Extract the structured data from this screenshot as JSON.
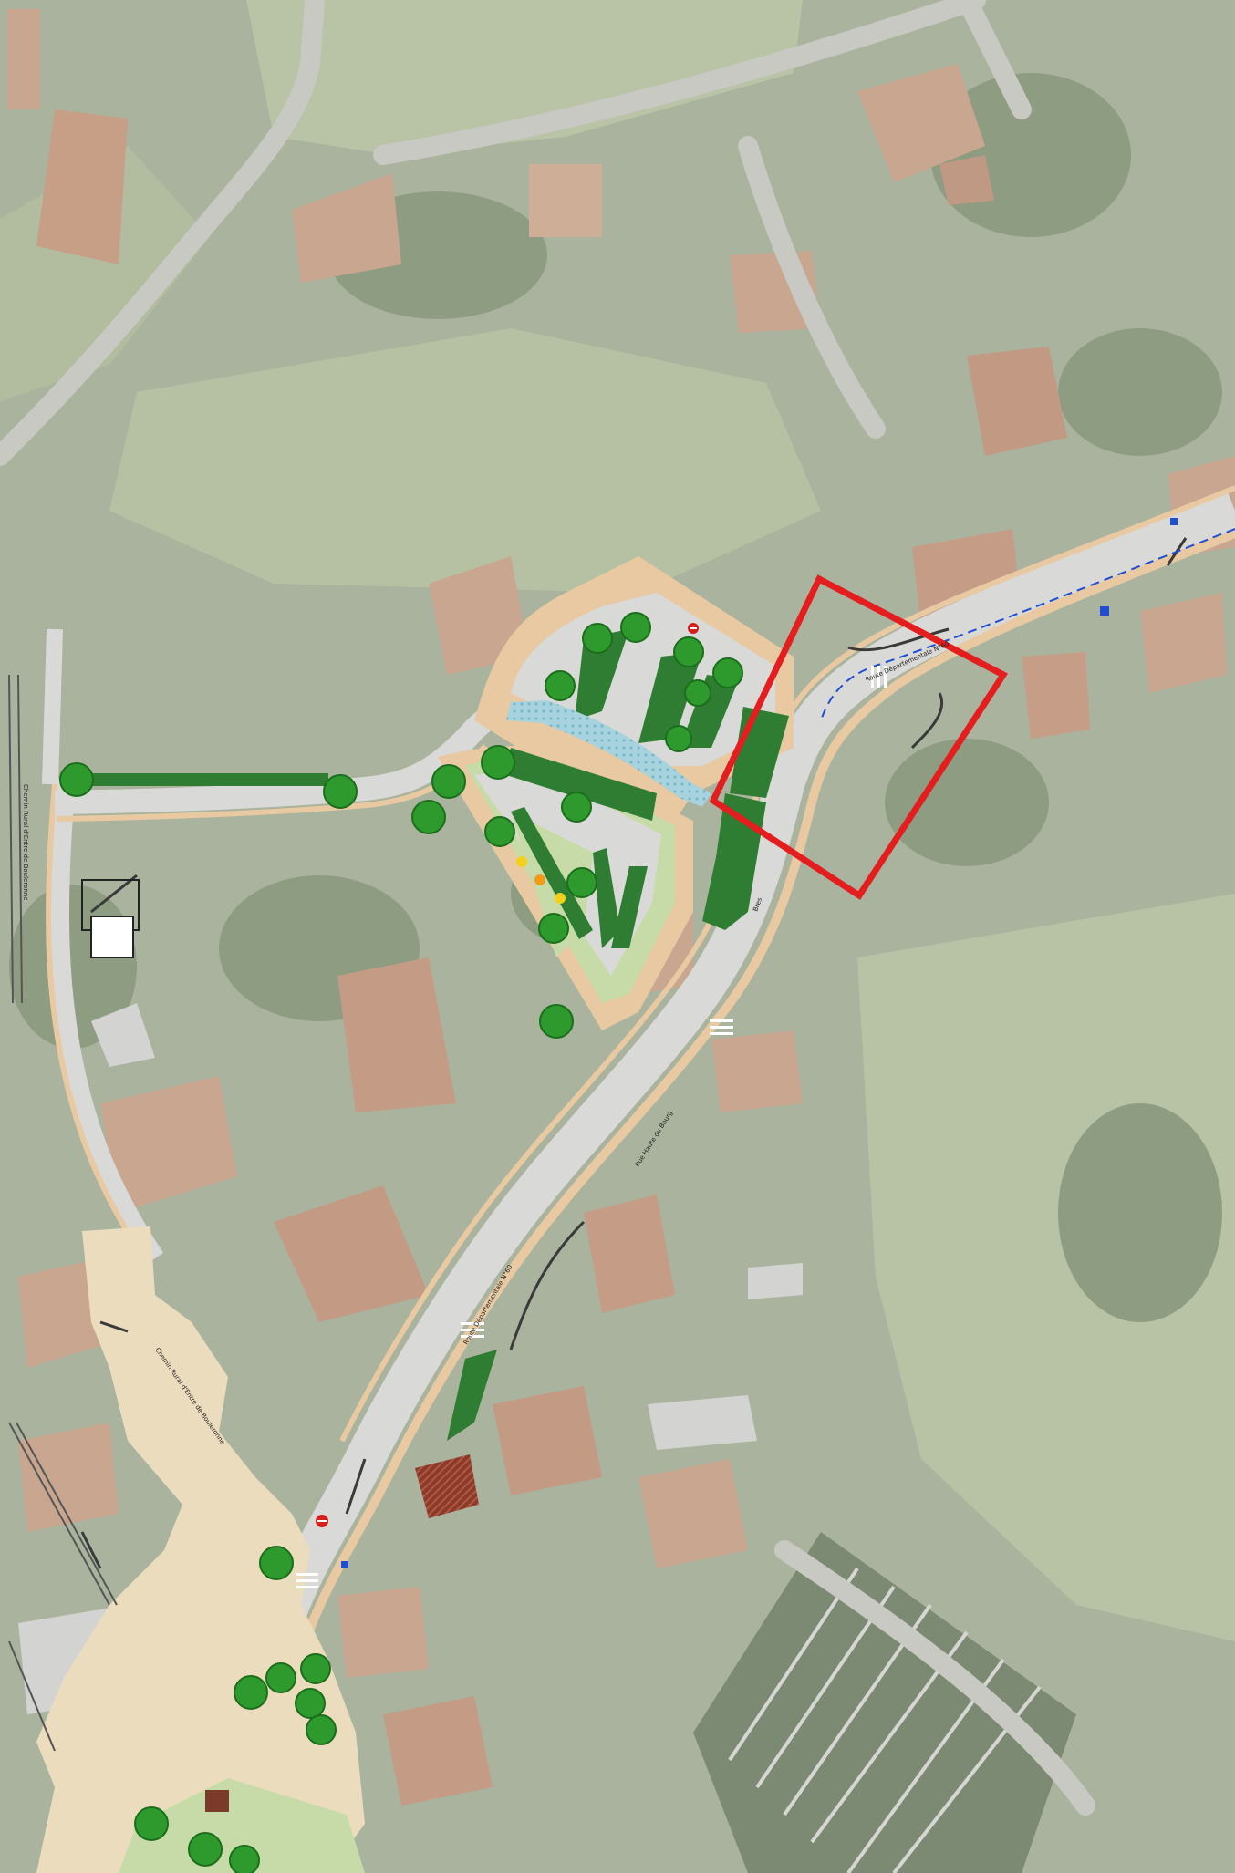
{
  "map": {
    "labels": {
      "road_d1": "Route Départementale N°60",
      "road_d2": "Route Départementale N°60",
      "chemin_left": "Chemin Rural d'Entre de Bouleronne",
      "chemin_square": "Chemin Rural d'Entre de Bouleronne",
      "rue_arrow": "Bres",
      "road_mid": "Rue Haute du Bourg"
    },
    "colors": {
      "aerial_green": "#a9b59a",
      "meadow": "#b7c2a4",
      "roof": "#c9a690",
      "road_gray": "#d9d9d9",
      "sidewalk_tan": "#e8c9a2",
      "plaza": "#ecdcbe",
      "parking_green": "#2f7d32",
      "tree_green": "#2e9a2e",
      "highlight_red": "#e41e1e",
      "water_blue": "#8fc7d6"
    },
    "icons": [
      "tree-icon",
      "no-entry-sign-icon",
      "parking-sign-icon",
      "flower-bed-icon"
    ]
  }
}
